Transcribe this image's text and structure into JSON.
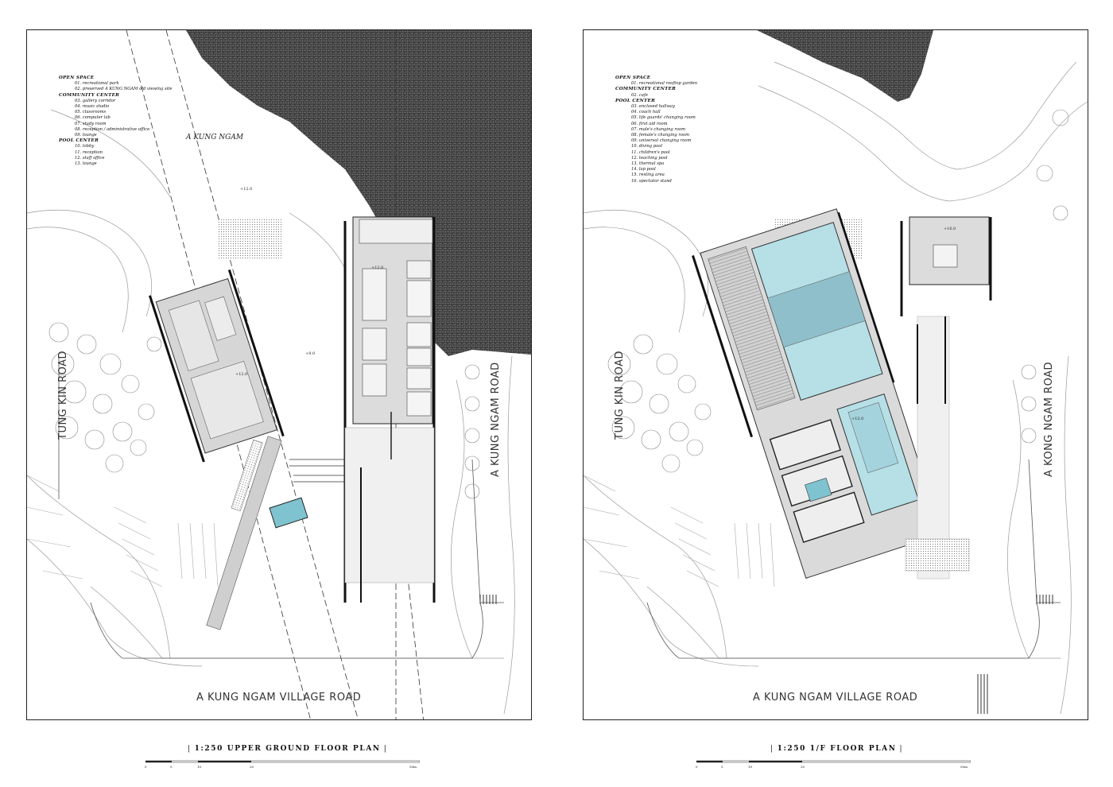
{
  "left_sheet": {
    "legend": [
      {
        "kind": "h",
        "text": "OPEN SPACE"
      },
      {
        "kind": "i",
        "text": "01. recreational park"
      },
      {
        "kind": "i",
        "text": "02. preserved A KUNG NGAM old viewing site"
      },
      {
        "kind": "h",
        "text": "COMMUNITY CENTER"
      },
      {
        "kind": "i",
        "text": "03. gallery corridor"
      },
      {
        "kind": "i",
        "text": "04. music studio"
      },
      {
        "kind": "i",
        "text": "05. classrooms"
      },
      {
        "kind": "i",
        "text": "06. computer lab"
      },
      {
        "kind": "i",
        "text": "07. study room"
      },
      {
        "kind": "i",
        "text": "08. reception / administrative office"
      },
      {
        "kind": "i",
        "text": "09. lounge"
      },
      {
        "kind": "h",
        "text": "POOL CENTER"
      },
      {
        "kind": "i",
        "text": "10. lobby"
      },
      {
        "kind": "i",
        "text": "11. reception"
      },
      {
        "kind": "i",
        "text": "12. staff office"
      },
      {
        "kind": "i",
        "text": "13. lounge"
      }
    ],
    "place_label": "A KUNG NGAM",
    "level_labels": [
      "+12.0",
      "+12.0",
      "+9.0",
      "+12.0"
    ],
    "roads": {
      "west": "TUNG KIN ROAD",
      "east": "A KUNG NGAM ROAD",
      "south": "A KUNG NGAM VILLAGE ROAD"
    },
    "title": "1:250 UPPER GROUND FLOOR PLAN",
    "scale_ticks": [
      "0",
      "5",
      "10",
      "20",
      "50m"
    ]
  },
  "right_sheet": {
    "legend": [
      {
        "kind": "h",
        "text": "OPEN SPACE"
      },
      {
        "kind": "i",
        "text": "01. recreational rooftop garden"
      },
      {
        "kind": "h",
        "text": "COMMUNITY CENTER"
      },
      {
        "kind": "i",
        "text": "02. cafe"
      },
      {
        "kind": "h",
        "text": "POOL CENTER"
      },
      {
        "kind": "i",
        "text": "03. enclosed hallway"
      },
      {
        "kind": "i",
        "text": "04. coach hall"
      },
      {
        "kind": "i",
        "text": "05. life guards' changing room"
      },
      {
        "kind": "i",
        "text": "06. first aid room"
      },
      {
        "kind": "i",
        "text": "07. male's changing room"
      },
      {
        "kind": "i",
        "text": "08. female's changing room"
      },
      {
        "kind": "i",
        "text": "09. universal changing room"
      },
      {
        "kind": "i",
        "text": "10. diving pool"
      },
      {
        "kind": "i",
        "text": "11. children's pool"
      },
      {
        "kind": "i",
        "text": "12. teaching pool"
      },
      {
        "kind": "i",
        "text": "13. thermal spa"
      },
      {
        "kind": "i",
        "text": "14. lap pool"
      },
      {
        "kind": "i",
        "text": "15. resting area"
      },
      {
        "kind": "i",
        "text": "16. spectator stand"
      }
    ],
    "level_labels": [
      "+16.0",
      "+12.0"
    ],
    "roads": {
      "west": "TUNG KIN ROAD",
      "east": "A KONG NGAM ROAD",
      "south": "A KUNG NGAM VILLAGE ROAD"
    },
    "title": "1:250 1/F FLOOR PLAN",
    "scale_ticks": [
      "0",
      "5",
      "10",
      "20",
      "50m"
    ]
  },
  "colors": {
    "pool": "#b6dfe6",
    "pool_dark": "#7fb6c4",
    "floor": "#d9d9d9",
    "rock": "#3a3a3a",
    "accent": "#4aa3b8"
  }
}
